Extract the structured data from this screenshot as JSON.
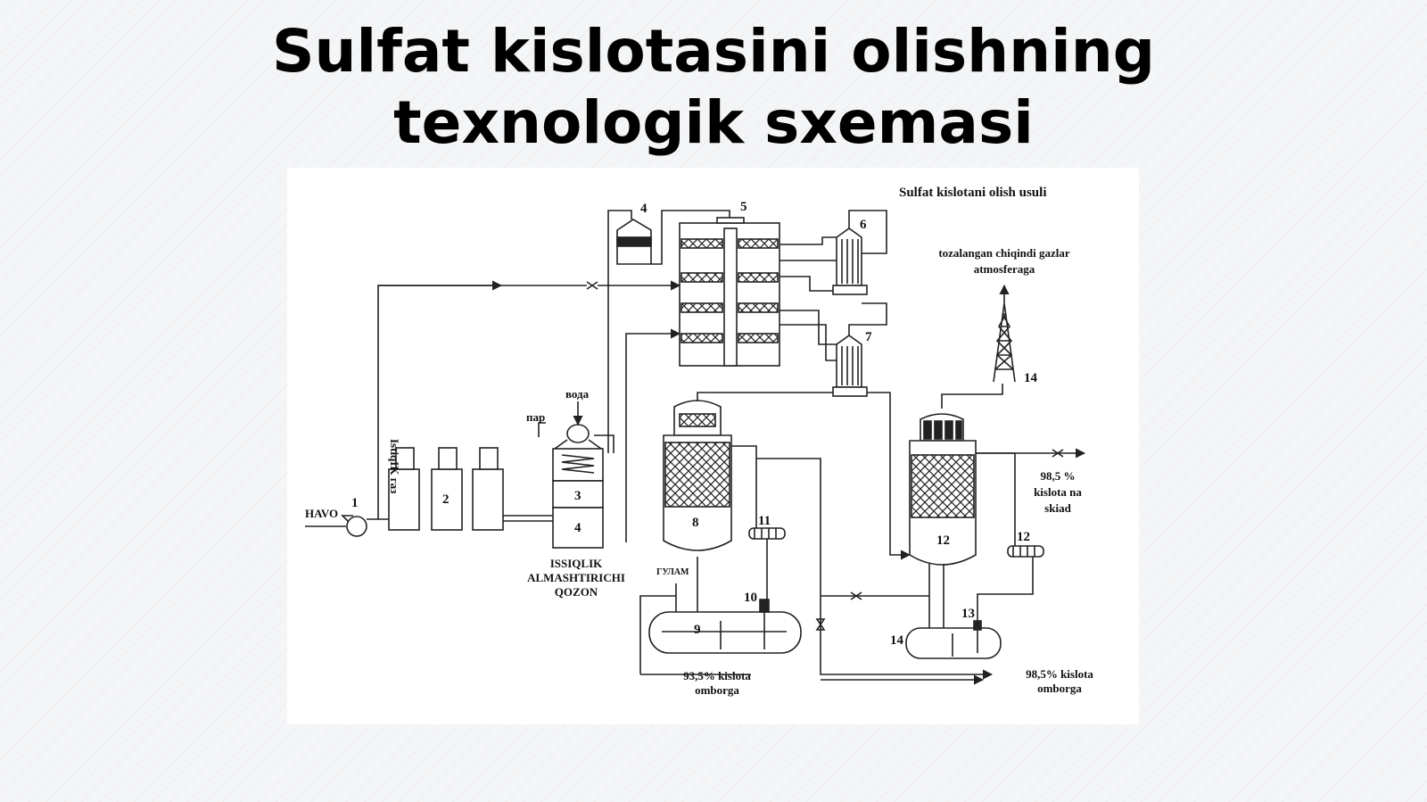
{
  "title": {
    "line1": "Sulfat kislotasini olishning",
    "line2": "texnologik sxemasi"
  },
  "diagram": {
    "caption": "Sulfat kislotani olish usuli",
    "labels": {
      "havo": "HAVO",
      "istiqlik_gaz": "IstiqIK газ",
      "voda": "вода",
      "par": "пар",
      "boiler_line1": "ISSIQLIK",
      "boiler_line2": "ALMASHTIRICHI",
      "boiler_line3": "QOZON",
      "oleum": "ГУЛАМ",
      "gases_line1": "tozalangan chiqindi gazlar",
      "gases_line2": "atmosferaga",
      "skiad_line1": "98,5 %",
      "skiad_line2": "kislota na",
      "skiad_line3": "skiad",
      "acid935_line1": "93,5% kislota",
      "acid935_line2": "omborga",
      "acid985_line1": "98,5% kislota",
      "acid985_line2": "omborga"
    },
    "numbers": {
      "n1": "1",
      "n2": "2",
      "n3": "3",
      "n4a": "4",
      "n4b": "4",
      "n5": "5",
      "n6": "6",
      "n7": "7",
      "n8": "8",
      "n9": "9",
      "n10": "10",
      "n11": "11",
      "n12a": "12",
      "n12b": "12",
      "n13": "13",
      "n14a": "14",
      "n14b": "14"
    }
  }
}
